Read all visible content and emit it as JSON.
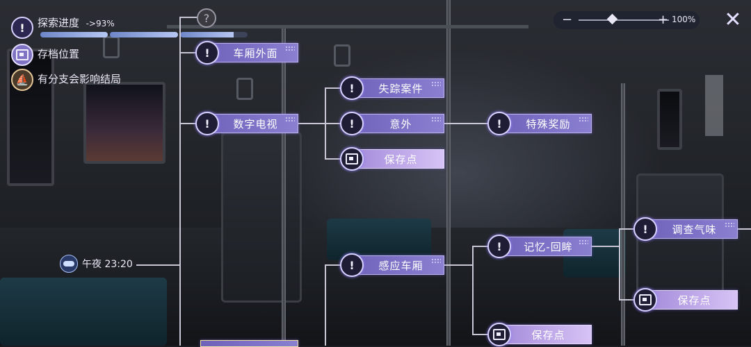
{
  "hud": {
    "progress_label": "探索进度",
    "progress_value": "->93%",
    "progress_fraction": 0.93,
    "legend": [
      {
        "icon": "exclamation-icon",
        "label": ""
      },
      {
        "icon": "save-icon",
        "label": "存档位置"
      },
      {
        "icon": "branch-sail-icon",
        "label": "有分支会影响结局"
      }
    ]
  },
  "zoom": {
    "minus": "−",
    "plus": "+",
    "value": "100%"
  },
  "close": {
    "glyph": "✕"
  },
  "time": {
    "label": "午夜 23:20"
  },
  "locked_node": {
    "glyph": "?"
  },
  "nodes": {
    "carriage_exterior": "车厢外面",
    "digital_tv": "数字电视",
    "missing_case": "失踪案件",
    "accident": "意外",
    "save_point_1": "保存点",
    "special_reward": "特殊奖励",
    "sense_carriage": "感应车厢",
    "memory_recall": "记忆-回眸",
    "save_point_2": "保存点",
    "investigate_smell": "调查气味",
    "save_point_3": "保存点"
  },
  "icons": {
    "event": "!",
    "accent": "#7e73c8",
    "save_accent": "#d7c3f5"
  }
}
